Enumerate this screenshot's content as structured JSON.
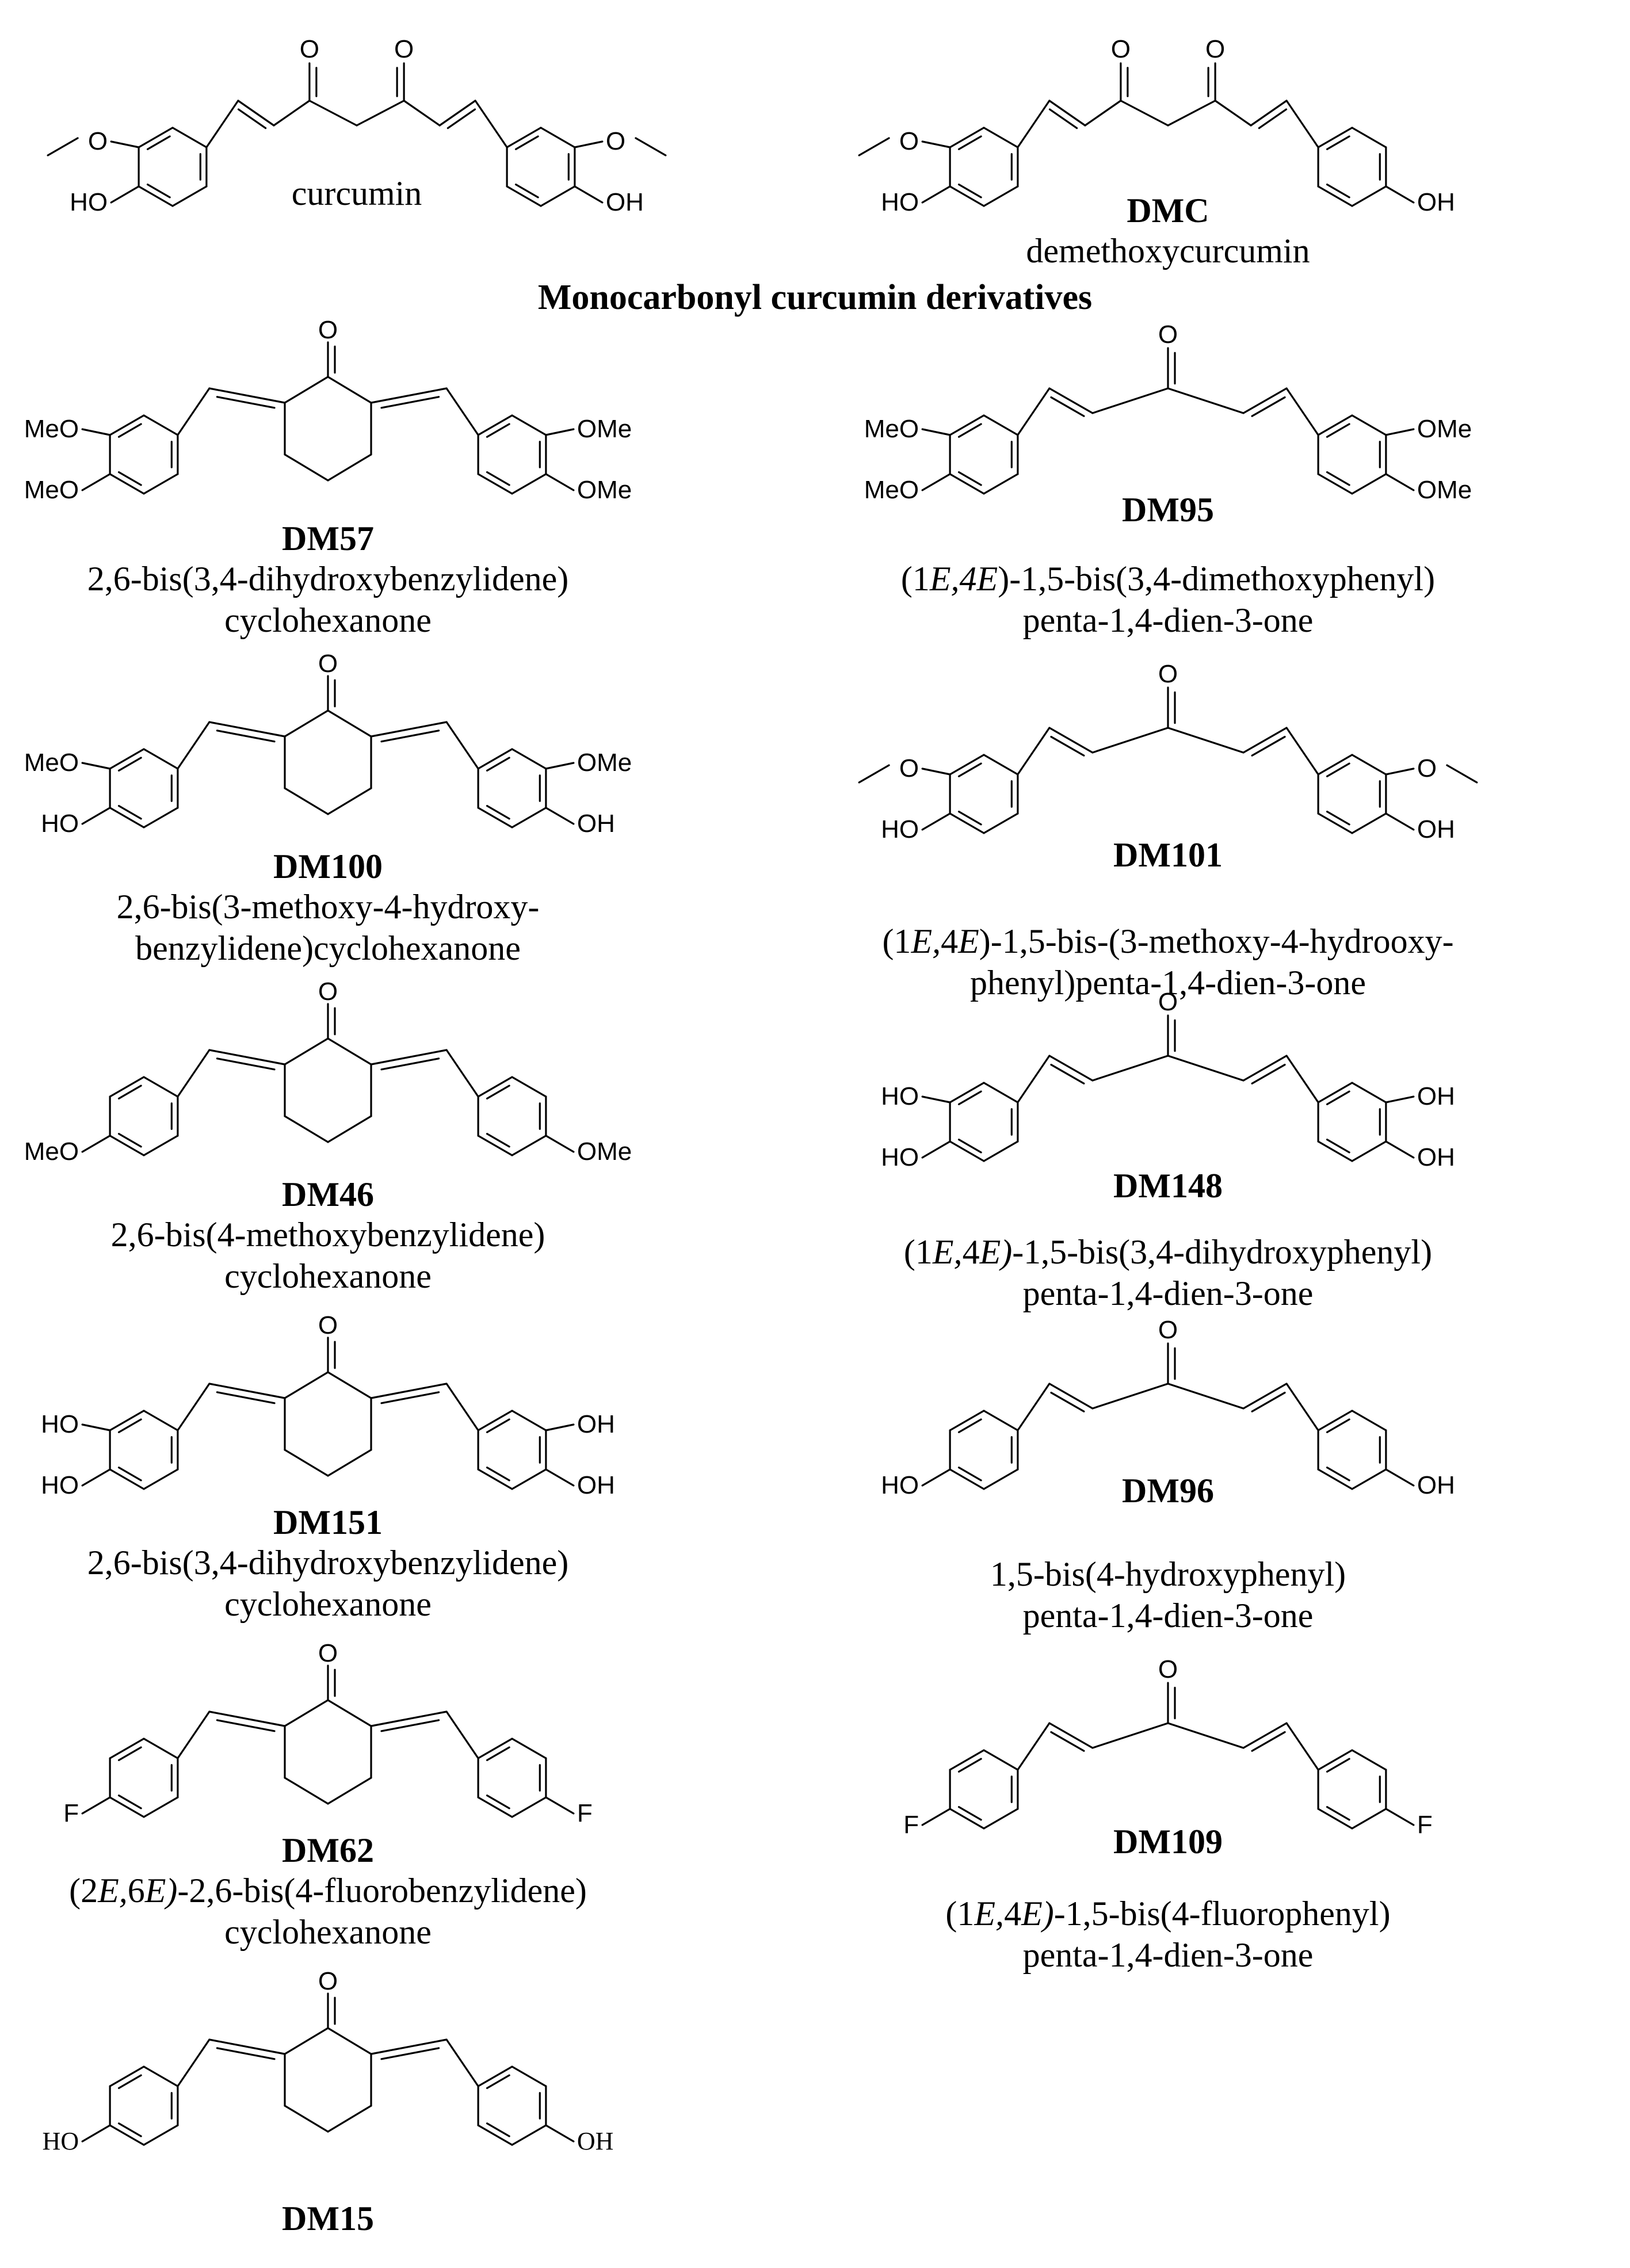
{
  "section_title": "Monocarbonyl curcumin derivatives",
  "compounds": [
    {
      "key": "curcumin",
      "code": "",
      "name": [
        "curcumin"
      ],
      "substituents": {
        "l3": "O",
        "l3_methyl": true,
        "l4": "HO",
        "r3": "O",
        "r3_methyl": true,
        "r4": "OH"
      },
      "core": "diketone",
      "carbonyl_label": "O"
    },
    {
      "key": "dmc",
      "code": "DMC",
      "name": [
        "demethoxycurcumin"
      ],
      "substituents": {
        "l3": "O",
        "l3_methyl": true,
        "l4": "HO",
        "r4": "OH"
      },
      "core": "diketone",
      "carbonyl_label": "O"
    },
    {
      "key": "dm57",
      "code": "DM57",
      "name": [
        "2,6-bis(3,4-dihydroxybenzylidene)",
        "cyclohexanone"
      ],
      "substituents": {
        "l3": "MeO",
        "l4": "MeO",
        "r3": "OMe",
        "r4": "OMe"
      },
      "core": "cyclohexanone",
      "carbonyl_label": "O"
    },
    {
      "key": "dm95",
      "code": "DM95",
      "name": [
        "(1<i>E,4E</i>)-1,5-bis(3,4-dimethoxyphenyl)",
        "penta-1,4-dien-3-one"
      ],
      "substituents": {
        "l3": "MeO",
        "l4": "MeO",
        "r3": "OMe",
        "r4": "OMe"
      },
      "core": "dienone",
      "carbonyl_label": "O"
    },
    {
      "key": "dm100",
      "code": "DM100",
      "name": [
        "2,6-bis(3-methoxy-4-hydroxy-",
        "benzylidene)cyclohexanone"
      ],
      "substituents": {
        "l3": "MeO",
        "l4": "HO",
        "r3": "OMe",
        "r4": "OH"
      },
      "core": "cyclohexanone",
      "carbonyl_label": "O"
    },
    {
      "key": "dm101",
      "code": "DM101",
      "name": [
        "(1<i>E,</i>4<i>E</i>)-1,5-bis-(3-methoxy-4-hydrooxy-",
        "phenyl)penta-1,4-dien-3-one"
      ],
      "substituents": {
        "l3": "O",
        "l3_methyl": true,
        "l4": "HO",
        "r3": "O",
        "r3_methyl": true,
        "r4": "OH"
      },
      "core": "dienone",
      "carbonyl_label": "O"
    },
    {
      "key": "dm46",
      "code": "DM46",
      "name": [
        "2,6-bis(4-methoxybenzylidene)",
        "cyclohexanone"
      ],
      "substituents": {
        "l4": "MeO",
        "r4": "OMe"
      },
      "core": "cyclohexanone",
      "carbonyl_label": "O"
    },
    {
      "key": "dm148",
      "code": "DM148",
      "name": [
        "(1<i>E,</i>4<i>E)</i>-1,5-bis(3,4-dihydroxyphenyl)",
        "penta-1,4-dien-3-one"
      ],
      "substituents": {
        "l3": "HO",
        "l4": "HO",
        "r3": "OH",
        "r4": "OH"
      },
      "core": "dienone",
      "carbonyl_label": "O"
    },
    {
      "key": "dm151",
      "code": "DM151",
      "name": [
        "2,6-bis(3,4-dihydroxybenzylidene)",
        "cyclohexanone"
      ],
      "substituents": {
        "l3": "HO",
        "l4": "HO",
        "r3": "OH",
        "r4": "OH"
      },
      "core": "cyclohexanone",
      "carbonyl_label": "O"
    },
    {
      "key": "dm96",
      "code": "DM96",
      "name": [
        "1,5-bis(4-hydroxyphenyl)",
        "penta-1,4-dien-3-one"
      ],
      "substituents": {
        "l4": "HO",
        "r4": "OH"
      },
      "core": "dienone",
      "carbonyl_label": "O"
    },
    {
      "key": "dm62",
      "code": "DM62",
      "name": [
        "(2<i>E,</i>6<i>E)</i>-2,6-bis(4-fluorobenzylidene)",
        "cyclohexanone"
      ],
      "substituents": {
        "l4": "F",
        "r4": "F"
      },
      "core": "cyclohexanone",
      "carbonyl_label": "O"
    },
    {
      "key": "dm109",
      "code": "DM109",
      "name": [
        "(1<i>E,</i>4<i>E)</i>-1,5-bis(4-fluorophenyl)",
        "penta-1,4-dien-3-one"
      ],
      "substituents": {
        "l4": "F",
        "r4": "F"
      },
      "core": "dienone",
      "carbonyl_label": "O"
    },
    {
      "key": "dm15",
      "code": "DM15",
      "name": [],
      "substituents": {
        "l4": "HO",
        "r4": "OH"
      },
      "core": "cyclohexanone",
      "carbonyl_label": "O",
      "serif_labels": true
    }
  ]
}
